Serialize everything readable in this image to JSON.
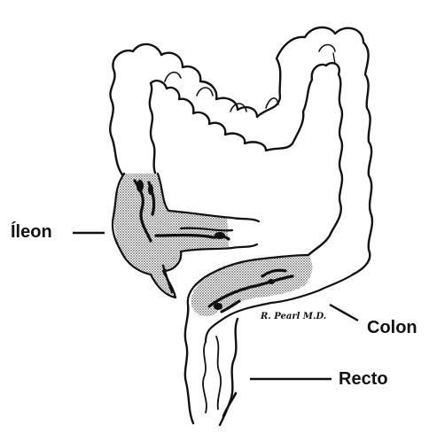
{
  "labels": {
    "ileon": "Íleon",
    "colon": "Colon",
    "recto": "Recto"
  },
  "signature": "R. Pearl M.D.",
  "colors": {
    "outline": "#111111",
    "shading": "#bdbdbd",
    "background": "#ffffff"
  }
}
